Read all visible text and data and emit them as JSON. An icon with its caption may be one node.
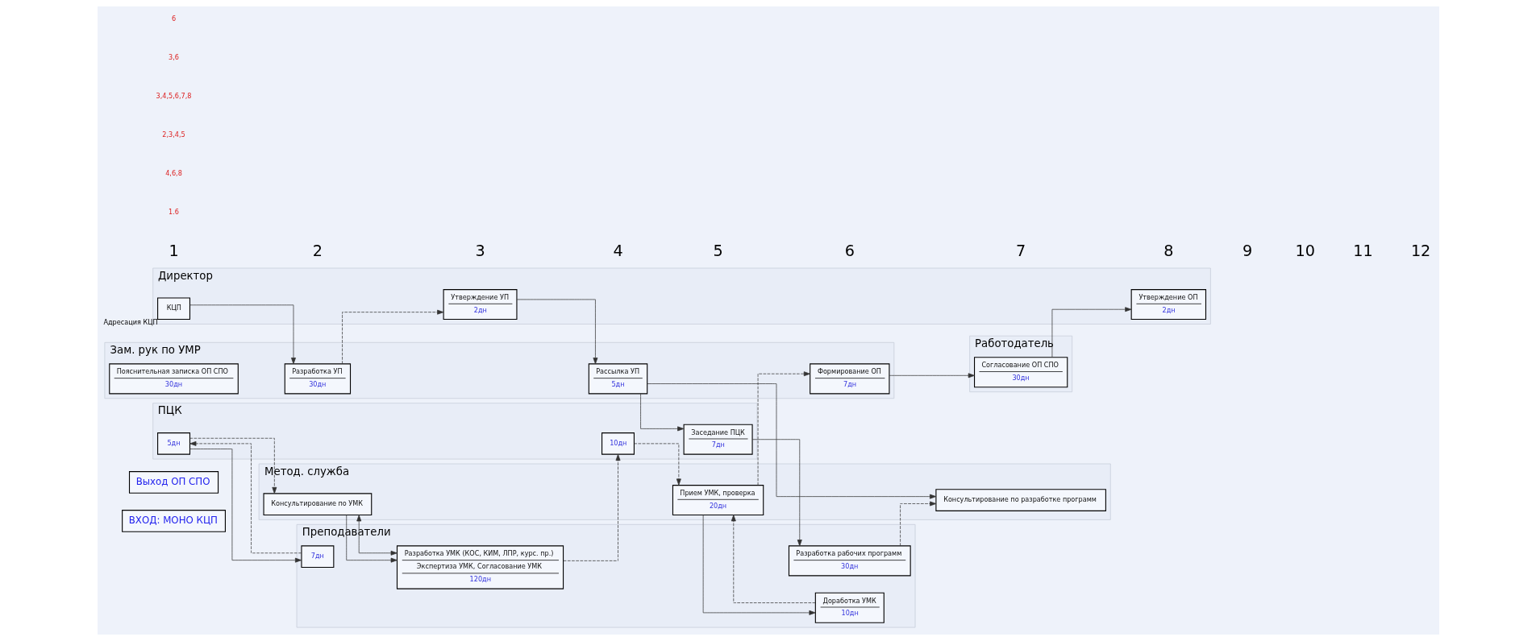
{
  "diagram": {
    "nodes": [
      {
        "text": [
          "ВХОД: МОНО КЦП"
        ]
      },
      {
        "text": [
          "Выход ОП СПО"
        ]
      },
      {
        "text": [
          "Директор"
        ]
      },
      {
        "text": [
          "КЦП"
        ],
        "in": 2,
        "beside": [
          "Адресация КЦП"
        ]
      },
      {
        "text": [
          "Утверждение УП",
          "2дн"
        ],
        "in": 2
      },
      {
        "text": [
          "Утверждение ОП",
          "2дн"
        ],
        "in": 2
      },
      {
        "text": [
          "Зам. рук по УМР"
        ]
      },
      {
        "text": [
          "Разработка УП",
          "30дн"
        ],
        "in": 6
      },
      {
        "text": [
          "Рассылка УП",
          "5дн"
        ],
        "in": 6
      },
      {
        "text": [
          "Пояснительная записка ОП СПО",
          "30дн"
        ],
        "in": 6
      },
      {
        "text": [
          "Формирование ОП",
          "7дн"
        ],
        "in": 6
      },
      {
        "text": [
          "Метод. служба"
        ]
      },
      {
        "text": [
          "Консультирование по разработке программ"
        ],
        "in": 11
      },
      {
        "text": [
          "Консультирование по УМК"
        ],
        "in": 11
      },
      {
        "text": [
          "Прием УМК, проверка",
          "20дн"
        ],
        "in": 11
      },
      {
        "text": [
          "ПЦК"
        ]
      },
      {
        "text": [
          "Заседание ПЦК",
          "7дн"
        ],
        "in": 15
      },
      {
        "text": [
          "5дн"
        ],
        "in": 15
      },
      {
        "text": [
          "10дн"
        ],
        "in": 15
      },
      {
        "text": [
          "Преподаватели"
        ]
      },
      {
        "text": [
          "Разработка рабочих программ",
          "30дн"
        ],
        "in": 19
      },
      {
        "text": [
          "7дн"
        ],
        "in": 19
      },
      {
        "text": [
          "Разработка УМК (КОС, КИМ, ЛПР, курс. пр.)",
          "Экспертиза УМК, Согласование УМК",
          "120дн"
        ],
        "in": 19
      },
      {
        "text": [
          "Доработка УМК",
          "10дн"
        ],
        "in": 19
      },
      {
        "text": [
          "Работодатель"
        ]
      },
      {
        "text": [
          "Согласование ОП СПО",
          "30дн"
        ],
        "in": 24
      }
    ],
    "edges": [
      {
        "from": 3,
        "to": 7,
        "arrow": "to"
      },
      {
        "from": 7,
        "to": 4,
        "arrow": "to",
        "style": "dashed"
      },
      {
        "from": 4,
        "to": 8,
        "arrow": "to"
      },
      {
        "from": 8,
        "to": 12,
        "arrow": "to"
      },
      {
        "from": 8,
        "to": 16,
        "arrow": "to"
      },
      {
        "from": 16,
        "to": 20,
        "arrow": "to"
      },
      {
        "from": 20,
        "to": 12,
        "arrow": "to",
        "style": "dashed"
      },
      {
        "from": 21,
        "to": 17,
        "arrow": "to",
        "style": "dashed"
      },
      {
        "from": 17,
        "to": 13,
        "arrow": "to",
        "style": "dashed"
      },
      {
        "from": 17,
        "to": 21,
        "arrow": "to"
      },
      {
        "from": 13,
        "to": 22,
        "arrow": "to"
      },
      {
        "from": 13,
        "to": 22,
        "arrow": "both"
      },
      {
        "from": 22,
        "to": 18,
        "arrow": "to",
        "style": "dashed"
      },
      {
        "from": 18,
        "to": 14,
        "arrow": "to",
        "style": "dashed"
      },
      {
        "from": 14,
        "to": 23,
        "arrow": "to"
      },
      {
        "from": 23,
        "to": 14,
        "arrow": "to",
        "style": "dashed"
      },
      {
        "from": 14,
        "to": 10,
        "arrow": "to",
        "style": "dashed"
      },
      {
        "from": 10,
        "to": 25,
        "arrow": "to"
      },
      {
        "from": 25,
        "to": 5,
        "arrow": "to"
      }
    ],
    "labels": [
      "1",
      "2",
      "3",
      "4",
      "5",
      "6",
      "7",
      "8",
      "9",
      "10",
      "11",
      "12",
      "1.6",
      "4,6,8",
      "2,3,4,5",
      "3,4,5,6,7,8",
      "3,6",
      "6"
    ]
  }
}
